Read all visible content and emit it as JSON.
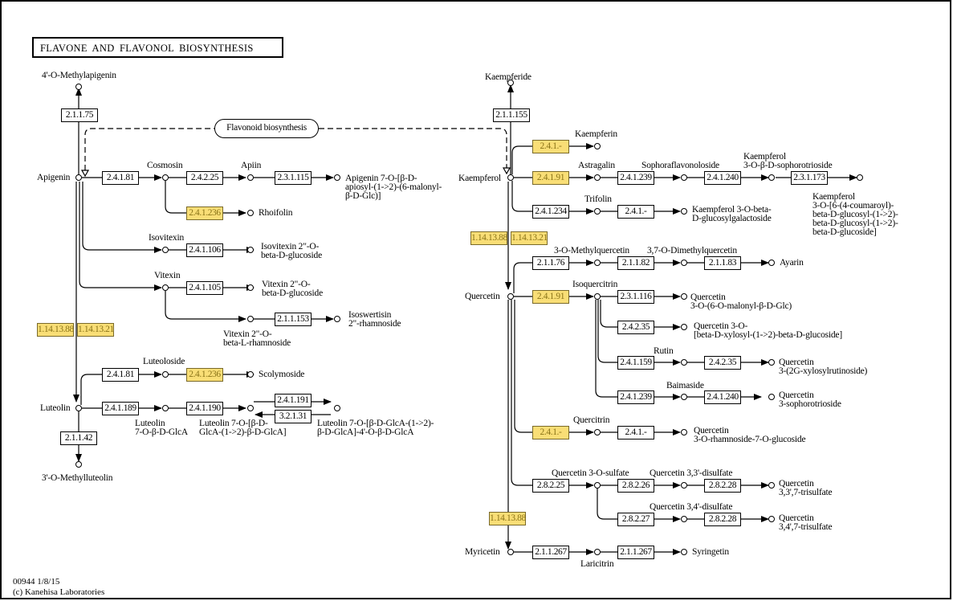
{
  "title": "FLAVONE AND FLAVONOL BIOSYNTHESIS",
  "map_link": "Flavonoid biosynthesis",
  "footer": {
    "map_id_date": "00944 1/8/15",
    "copyright": "(c) Kanehisa Laboratories"
  },
  "colors": {
    "highlight_fill": "#f9de76",
    "highlight_text": "#8a7418",
    "line": "#000000"
  },
  "enzymes": [
    {
      "id": "e01",
      "ec": "2.1.1.75",
      "hl": false
    },
    {
      "id": "e02",
      "ec": "2.4.1.81",
      "hl": false
    },
    {
      "id": "e03",
      "ec": "2.4.2.25",
      "hl": false
    },
    {
      "id": "e04",
      "ec": "2.3.1.115",
      "hl": false
    },
    {
      "id": "e05",
      "ec": "2.4.1.236",
      "hl": true
    },
    {
      "id": "e06",
      "ec": "2.4.1.106",
      "hl": false
    },
    {
      "id": "e07",
      "ec": "2.4.1.105",
      "hl": false
    },
    {
      "id": "e08",
      "ec": "2.1.1.153",
      "hl": false
    },
    {
      "id": "e09",
      "ec": "1.14.13.88",
      "hl": true
    },
    {
      "id": "e10",
      "ec": "1.14.13.21",
      "hl": true
    },
    {
      "id": "e11",
      "ec": "2.4.1.81",
      "hl": false
    },
    {
      "id": "e12",
      "ec": "2.4.1.236",
      "hl": true
    },
    {
      "id": "e13",
      "ec": "2.4.1.189",
      "hl": false
    },
    {
      "id": "e14",
      "ec": "2.4.1.190",
      "hl": false
    },
    {
      "id": "e15",
      "ec": "2.4.1.191",
      "hl": false
    },
    {
      "id": "e16",
      "ec": "3.2.1.31",
      "hl": false
    },
    {
      "id": "e17",
      "ec": "2.1.1.42",
      "hl": false
    },
    {
      "id": "e18",
      "ec": "2.1.1.155",
      "hl": false
    },
    {
      "id": "e19",
      "ec": "2.4.1.-",
      "hl": true
    },
    {
      "id": "e20",
      "ec": "2.4.1.91",
      "hl": true
    },
    {
      "id": "e21",
      "ec": "2.4.1.239",
      "hl": false
    },
    {
      "id": "e22",
      "ec": "2.4.1.240",
      "hl": false
    },
    {
      "id": "e23",
      "ec": "2.3.1.173",
      "hl": false
    },
    {
      "id": "e24",
      "ec": "2.4.1.234",
      "hl": false
    },
    {
      "id": "e25",
      "ec": "2.4.1.-",
      "hl": false
    },
    {
      "id": "e26",
      "ec": "1.14.13.88",
      "hl": true
    },
    {
      "id": "e27",
      "ec": "1.14.13.21",
      "hl": true
    },
    {
      "id": "e28",
      "ec": "2.1.1.76",
      "hl": false
    },
    {
      "id": "e29",
      "ec": "2.1.1.82",
      "hl": false
    },
    {
      "id": "e30",
      "ec": "2.1.1.83",
      "hl": false
    },
    {
      "id": "e31",
      "ec": "2.4.1.91",
      "hl": true
    },
    {
      "id": "e32",
      "ec": "2.3.1.116",
      "hl": false
    },
    {
      "id": "e33",
      "ec": "2.4.2.35",
      "hl": false
    },
    {
      "id": "e34",
      "ec": "2.4.1.159",
      "hl": false
    },
    {
      "id": "e35",
      "ec": "2.4.2.35",
      "hl": false
    },
    {
      "id": "e36",
      "ec": "2.4.1.239",
      "hl": false
    },
    {
      "id": "e37",
      "ec": "2.4.1.240",
      "hl": false
    },
    {
      "id": "e38",
      "ec": "2.4.1.-",
      "hl": true
    },
    {
      "id": "e39",
      "ec": "2.4.1.-",
      "hl": false
    },
    {
      "id": "e40",
      "ec": "2.8.2.25",
      "hl": false
    },
    {
      "id": "e41",
      "ec": "2.8.2.26",
      "hl": false
    },
    {
      "id": "e42",
      "ec": "2.8.2.28",
      "hl": false
    },
    {
      "id": "e43",
      "ec": "2.8.2.27",
      "hl": false
    },
    {
      "id": "e44",
      "ec": "2.8.2.28",
      "hl": false
    },
    {
      "id": "e45",
      "ec": "1.14.13.88",
      "hl": true
    },
    {
      "id": "e46",
      "ec": "2.1.1.267",
      "hl": false
    },
    {
      "id": "e47",
      "ec": "2.1.1.267",
      "hl": false
    }
  ],
  "compounds": [
    {
      "id": "c01",
      "name": "4'-O-Methylapigenin"
    },
    {
      "id": "c02",
      "name": "Apigenin"
    },
    {
      "id": "c03",
      "name": "Cosmosin"
    },
    {
      "id": "c04",
      "name": "Apiin"
    },
    {
      "id": "c05",
      "name": "Apigenin 7-O-[β-D-\napiosyl-(1->2)-(6-malonyl-\nβ-D-Glc)]"
    },
    {
      "id": "c06",
      "name": "Rhoifolin"
    },
    {
      "id": "c07",
      "name": "Isovitexin"
    },
    {
      "id": "c08",
      "name": "Isovitexin 2\"-O-\nbeta-D-glucoside"
    },
    {
      "id": "c09",
      "name": "Vitexin"
    },
    {
      "id": "c10",
      "name": "Vitexin 2\"-O-\nbeta-D-glucoside"
    },
    {
      "id": "c11",
      "name": "Vitexin 2\"-O-\nbeta-L-rhamnoside"
    },
    {
      "id": "c12",
      "name": "Isoswertisin\n2\"-rhamnoside"
    },
    {
      "id": "c13",
      "name": "Luteoloside"
    },
    {
      "id": "c14",
      "name": "Scolymoside"
    },
    {
      "id": "c15",
      "name": "Luteolin"
    },
    {
      "id": "c16",
      "name": "Luteolin\n7-O-β-D-GlcA"
    },
    {
      "id": "c17",
      "name": "Luteolin 7-O-[β-D-\nGlcA-(1->2)-β-D-GlcA]"
    },
    {
      "id": "c18",
      "name": "Luteolin 7-O-[β-D-GlcA-(1->2)-\nβ-D-GlcA]-4'-O-β-D-GlcA"
    },
    {
      "id": "c19",
      "name": "3'-O-Methylluteolin"
    },
    {
      "id": "c20",
      "name": "Kaempferide"
    },
    {
      "id": "c21",
      "name": "Kaempferin"
    },
    {
      "id": "c22",
      "name": "Kaempferol"
    },
    {
      "id": "c23",
      "name": "Astragalin"
    },
    {
      "id": "c24",
      "name": "Sophoraflavonoloside"
    },
    {
      "id": "c25",
      "name": "Kaempferol\n3-O-β-D-sophorotrioside"
    },
    {
      "id": "c26",
      "name": "Kaempferol\n3-O-[6-(4-coumaroyl)-\nbeta-D-glucosyl-(1->2)-\nbeta-D-glucosyl-(1->2)-\nbeta-D-glucoside]"
    },
    {
      "id": "c27",
      "name": "Trifolin"
    },
    {
      "id": "c28",
      "name": "Kaempferol 3-O-beta-\nD-glucosylgalactoside"
    },
    {
      "id": "c29",
      "name": "3-O-Methylquercetin"
    },
    {
      "id": "c30",
      "name": "3,7-O-Dimethylquercetin"
    },
    {
      "id": "c31",
      "name": "Ayarin"
    },
    {
      "id": "c32",
      "name": "Quercetin"
    },
    {
      "id": "c33",
      "name": "Isoquercitrin"
    },
    {
      "id": "c34",
      "name": "Quercetin\n3-O-(6-O-malonyl-β-D-Glc)"
    },
    {
      "id": "c35",
      "name": "Quercetin 3-O-\n[beta-D-xylosyl-(1->2)-beta-D-glucoside]"
    },
    {
      "id": "c36",
      "name": "Rutin"
    },
    {
      "id": "c37",
      "name": "Quercetin\n3-(2G-xylosylrutinoside)"
    },
    {
      "id": "c38",
      "name": "Baimaside"
    },
    {
      "id": "c39",
      "name": "Quercetin\n3-sophorotrioside"
    },
    {
      "id": "c40",
      "name": "Quercitrin"
    },
    {
      "id": "c41",
      "name": "Quercetin\n3-O-rhamnoside-7-O-glucoside"
    },
    {
      "id": "c42",
      "name": "Quercetin 3-O-sulfate"
    },
    {
      "id": "c43",
      "name": "Quercetin 3,3'-disulfate"
    },
    {
      "id": "c44",
      "name": "Quercetin\n3,3',7-trisulfate"
    },
    {
      "id": "c45",
      "name": "Quercetin 3,4'-disulfate"
    },
    {
      "id": "c46",
      "name": "Quercetin\n3,4',7-trisulfate"
    },
    {
      "id": "c47",
      "name": "Myricetin"
    },
    {
      "id": "c48",
      "name": "Laricitrin"
    },
    {
      "id": "c49",
      "name": "Syringetin"
    }
  ]
}
